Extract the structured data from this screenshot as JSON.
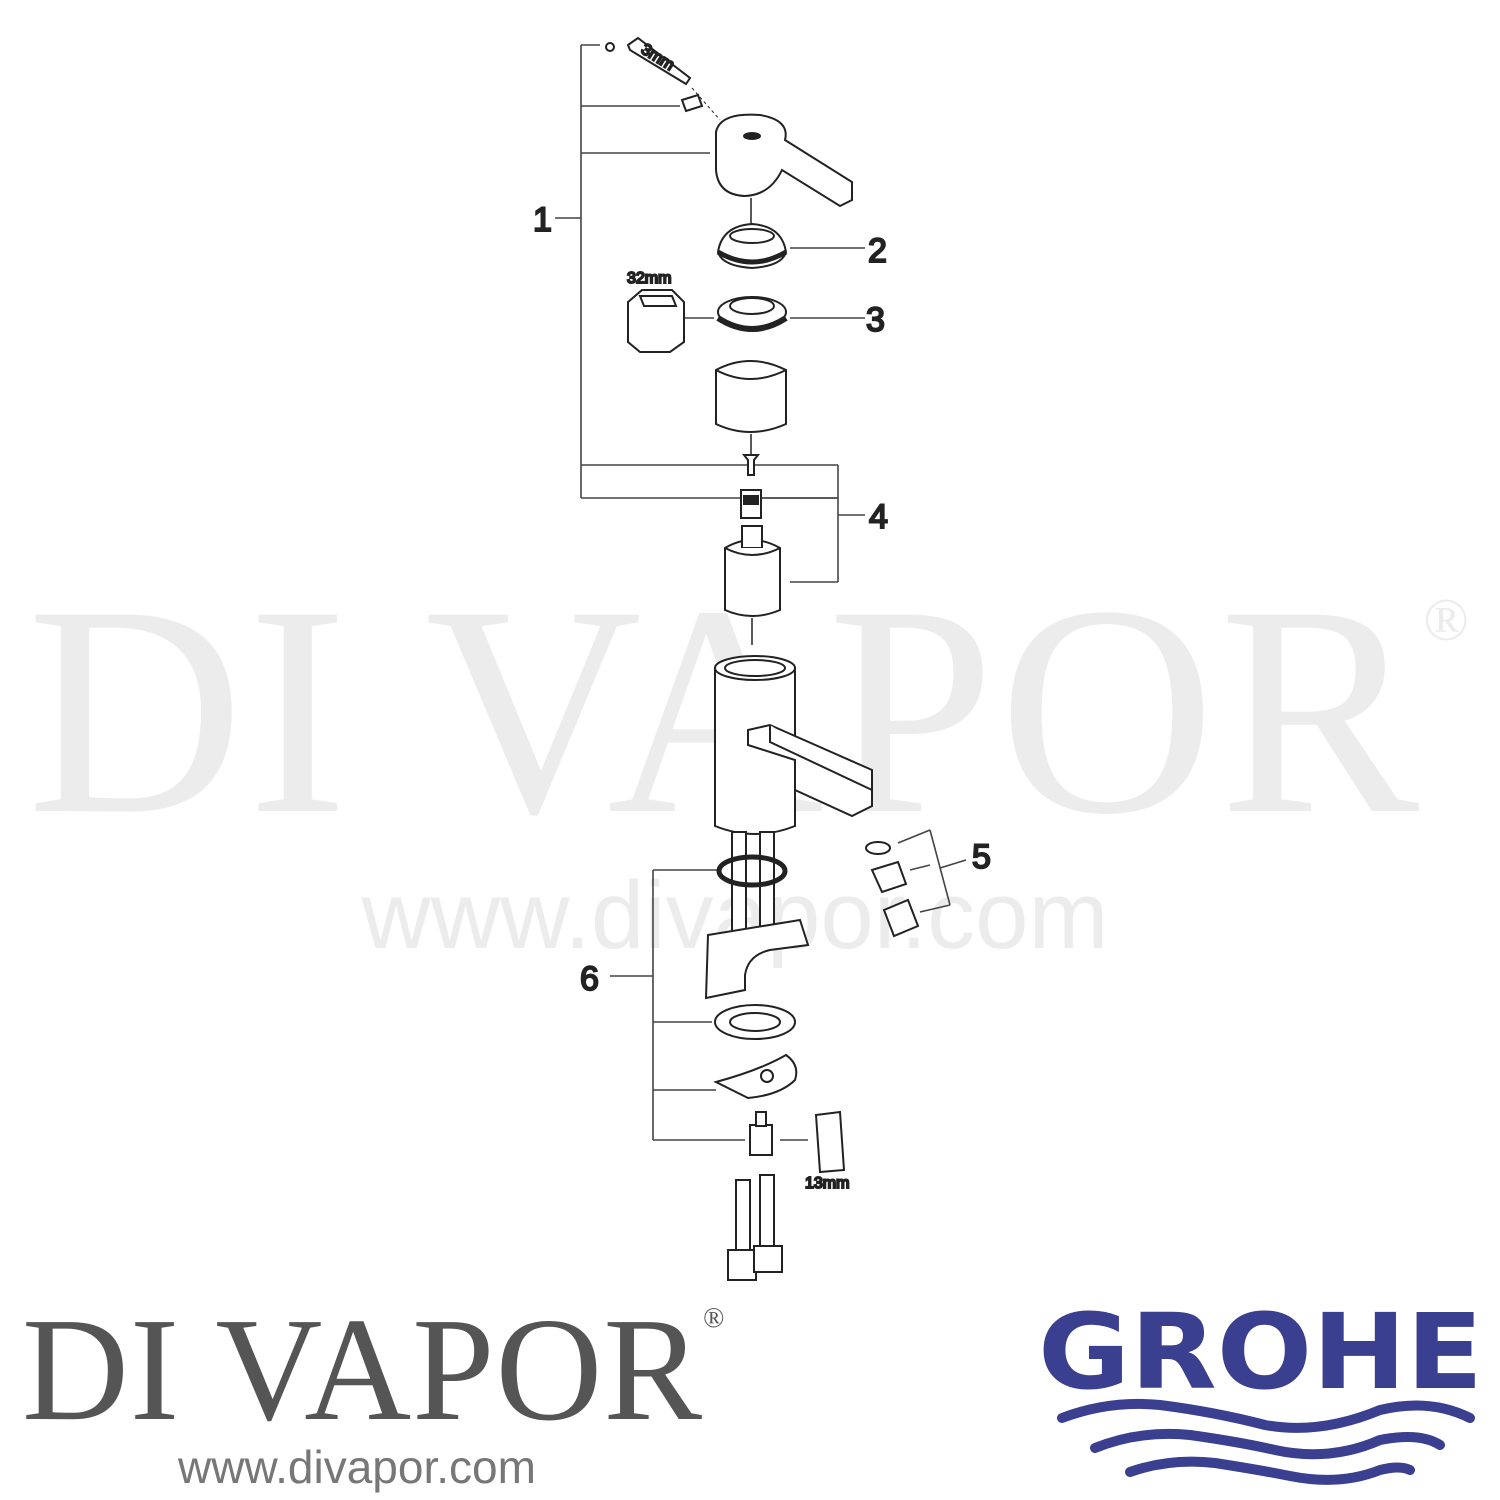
{
  "watermark": {
    "brand": "DI VAPOR",
    "registered": "®",
    "url": "www.divapor.com"
  },
  "callouts": {
    "c1": "1",
    "c2": "2",
    "c3": "3",
    "c4": "4",
    "c5": "5",
    "c6": "6"
  },
  "tool_sizes": {
    "hex_key": "3mm",
    "large_socket": "32mm",
    "small_socket": "13mm"
  },
  "footer": {
    "brand": "DI VAPOR",
    "registered": "®",
    "url": "www.divapor.com"
  },
  "logo": {
    "name": "GROHE",
    "color": "#3a3f8f"
  }
}
